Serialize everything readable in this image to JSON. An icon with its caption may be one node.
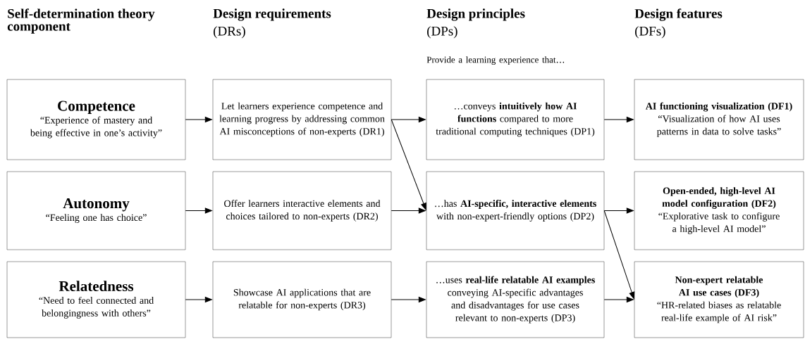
{
  "diagram": {
    "nodes": [
      {
        "text": [
          "Competence",
          "“Experience of mastery and being effective in one’s activity”"
        ]
      },
      {
        "text": [
          "Let learners experience competence and learning progress by addressing common AI misconceptions of non-experts (DR1)"
        ]
      },
      {
        "text": [
          "…conveys **intuitively how AI functions** compared to more traditional computing techniques (DP1)"
        ]
      },
      {
        "text": [
          "AI functioning visualization (DF1)",
          "“Visualization of how AI uses patterns in data to solve tasks”"
        ]
      },
      {
        "text": [
          "Autonomy",
          "“Feeling one has choice”"
        ]
      },
      {
        "text": [
          "Offer learners interactive elements and choices tailored to non-experts (DR2)"
        ]
      },
      {
        "text": [
          "…has **AI-specific, interactive elements** with non-expert-friendly options (DP2)"
        ]
      },
      {
        "text": [
          "Open-ended, high-level AI model configuration (DF2)",
          "“Explorative task to configure a high-level AI model”"
        ]
      },
      {
        "text": [
          "Relatedness",
          "“Need to feel connected and belongingness with others”"
        ]
      },
      {
        "text": [
          "Showcase AI applications that are relatable for non-experts (DR3)"
        ]
      },
      {
        "text": [
          "…uses **real-life relatable AI examples** conveying AI-specific advantages and disadvantages for use cases relevant to non-experts (DP3)"
        ]
      },
      {
        "text": [
          "Non-expert relatable AI use cases (DF3)",
          "“HR-related biases as relatable real-life example of AI risk”"
        ]
      }
    ],
    "edges": [
      {
        "from": 0,
        "to": 1,
        "arrow": "to"
      },
      {
        "from": 1,
        "to": 2,
        "arrow": "to"
      },
      {
        "from": 2,
        "to": 3,
        "arrow": "to"
      },
      {
        "from": 4,
        "to": 5,
        "arrow": "to"
      },
      {
        "from": 5,
        "to": 6,
        "arrow": "to"
      },
      {
        "from": 6,
        "to": 7,
        "arrow": "to"
      },
      {
        "from": 8,
        "to": 9,
        "arrow": "to"
      },
      {
        "from": 9,
        "to": 10,
        "arrow": "to"
      },
      {
        "from": 10,
        "to": 11,
        "arrow": "to"
      },
      {
        "from": 1,
        "to": 6,
        "arrow": "to"
      },
      {
        "from": 6,
        "to": 11,
        "arrow": "to"
      }
    ],
    "labels": [
      "Self-determination theory component",
      "Design requirements",
      "(DRs)",
      "Design principles",
      "(DPs)",
      "Design features",
      "(DFs)",
      "Provide a learning experience that…"
    ]
  }
}
